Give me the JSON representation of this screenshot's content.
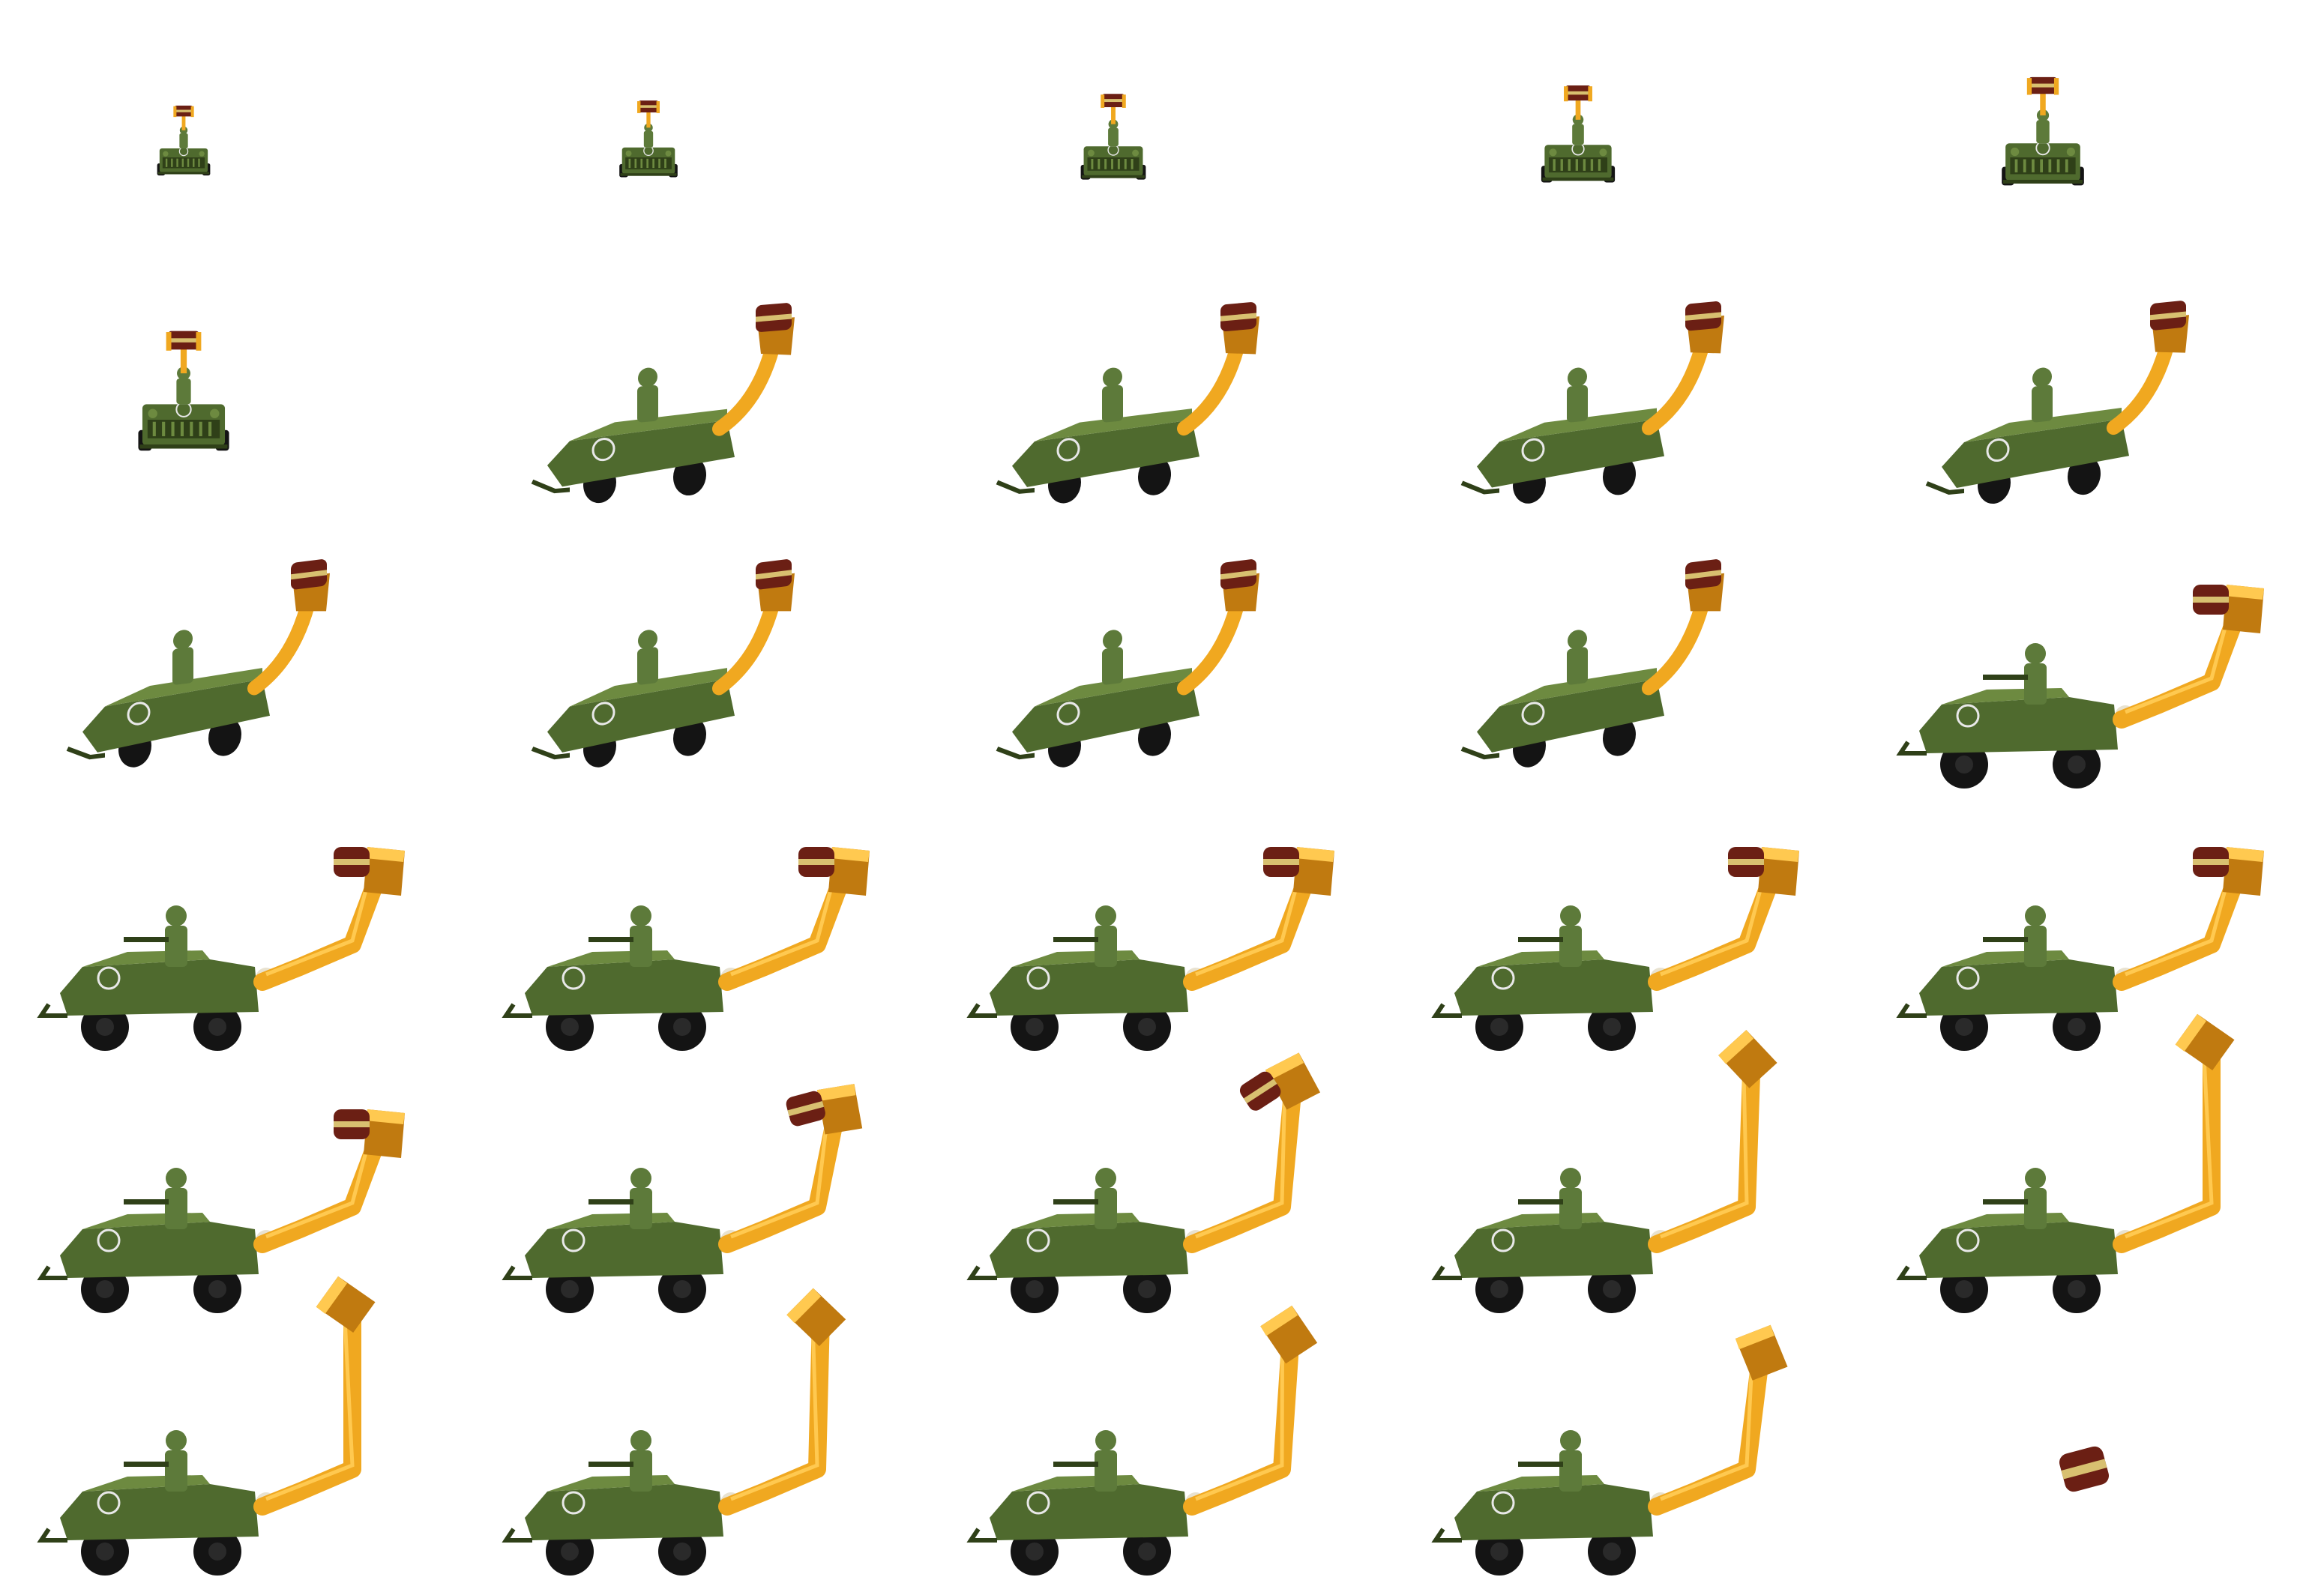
{
  "sheet": {
    "columns": 5,
    "rows": 6,
    "colors": {
      "background": "#ffffff",
      "jeep_body": "#4f6a2e",
      "jeep_dark": "#2f4018",
      "jeep_light": "#6d8a40",
      "soldier": "#5d7a3a",
      "tire": "#141414",
      "hub": "#2a2a2a",
      "arm": "#f0a820",
      "arm_dark": "#c07a10",
      "arm_light": "#ffc950",
      "barrel": "#6b1f14",
      "barrel_band": "#d8c070",
      "emblem": "#e8e8e8"
    },
    "frames": [
      {
        "index": 1,
        "sprite": "jeep-front",
        "progress": 0.08
      },
      {
        "index": 2,
        "sprite": "jeep-front",
        "progress": 0.14
      },
      {
        "index": 3,
        "sprite": "jeep-front",
        "progress": 0.22
      },
      {
        "index": 4,
        "sprite": "jeep-front",
        "progress": 0.32
      },
      {
        "index": 5,
        "sprite": "jeep-front",
        "progress": 0.42
      },
      {
        "index": 6,
        "sprite": "jeep-front",
        "progress": 0.52
      },
      {
        "index": 7,
        "sprite": "jeep-turning",
        "progress": 0.6
      },
      {
        "index": 8,
        "sprite": "jeep-turning",
        "progress": 0.68
      },
      {
        "index": 9,
        "sprite": "jeep-turning",
        "progress": 0.76
      },
      {
        "index": 10,
        "sprite": "jeep-turning",
        "progress": 0.82
      },
      {
        "index": 11,
        "sprite": "jeep-angle",
        "progress": 0.86
      },
      {
        "index": 12,
        "sprite": "jeep-angle",
        "progress": 0.9
      },
      {
        "index": 13,
        "sprite": "jeep-angle",
        "progress": 0.94
      },
      {
        "index": 14,
        "sprite": "jeep-angle",
        "progress": 0.97
      },
      {
        "index": 15,
        "sprite": "jeep-side",
        "progress": 1.0
      },
      {
        "index": 16,
        "sprite": "jeep-side",
        "progress": 1.0
      },
      {
        "index": 17,
        "sprite": "jeep-side",
        "progress": 1.0
      },
      {
        "index": 18,
        "sprite": "jeep-side",
        "progress": 1.0
      },
      {
        "index": 19,
        "sprite": "jeep-side",
        "progress": 1.0
      },
      {
        "index": 20,
        "sprite": "jeep-side",
        "progress": 1.0
      },
      {
        "index": 21,
        "sprite": "jeep-side-dump",
        "progress": 0.0
      },
      {
        "index": 22,
        "sprite": "jeep-side-dump",
        "progress": 0.25
      },
      {
        "index": 23,
        "sprite": "jeep-side-dump",
        "progress": 0.55
      },
      {
        "index": 24,
        "sprite": "jeep-side-dump",
        "progress": 0.8
      },
      {
        "index": 25,
        "sprite": "jeep-side-dump",
        "progress": 1.0
      },
      {
        "index": 26,
        "sprite": "jeep-side-dump",
        "progress": 1.0
      },
      {
        "index": 27,
        "sprite": "jeep-side-dump",
        "progress": 0.85
      },
      {
        "index": 28,
        "sprite": "jeep-side-dump",
        "progress": 0.65
      },
      {
        "index": 29,
        "sprite": "jeep-side-dump",
        "progress": 0.45
      },
      {
        "index": 30,
        "sprite": "barrel-only",
        "progress": 1.0
      }
    ]
  }
}
